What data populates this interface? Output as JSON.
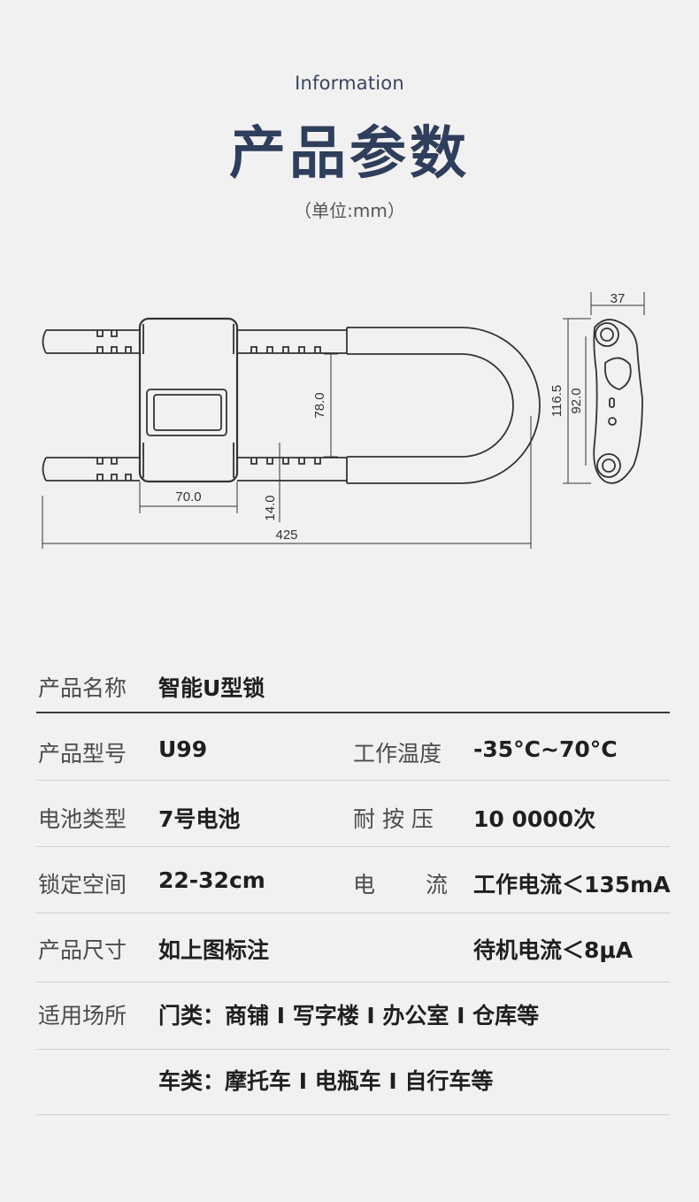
{
  "header": {
    "subtitle_en": "Information",
    "title_cn": "产品参数",
    "unit": "（单位:mm）"
  },
  "drawing": {
    "dim_width_side": "37",
    "dim_height_total": "116.5",
    "dim_hole_spacing": "92.0",
    "dim_inner_height": "78.0",
    "dim_body_width": "70.0",
    "dim_bar_gap": "14.0",
    "dim_total_length": "425"
  },
  "specs": {
    "name_label": "产品名称",
    "name_value": "智能U型锁",
    "model_label": "产品型号",
    "model_value": "U99",
    "temp_label": "工作温度",
    "temp_value": "-35°C~70°C",
    "battery_label": "电池类型",
    "battery_value": "7号电池",
    "press_label": "耐 按 压",
    "press_value": "10 0000次",
    "span_label": "锁定空间",
    "span_value": "22-32cm",
    "current_label_1": "电",
    "current_label_2": "流",
    "current_work": "工作电流＜135mA",
    "size_label": "产品尺寸",
    "size_value": "如上图标注",
    "current_standby": "待机电流＜8μA",
    "usage_label": "适用场所",
    "usage_doors": "门类：商铺 I 写字楼 I 办公室 I 仓库等",
    "usage_vehicles": "车类：摩托车 I 电瓶车 I 自行车等"
  }
}
